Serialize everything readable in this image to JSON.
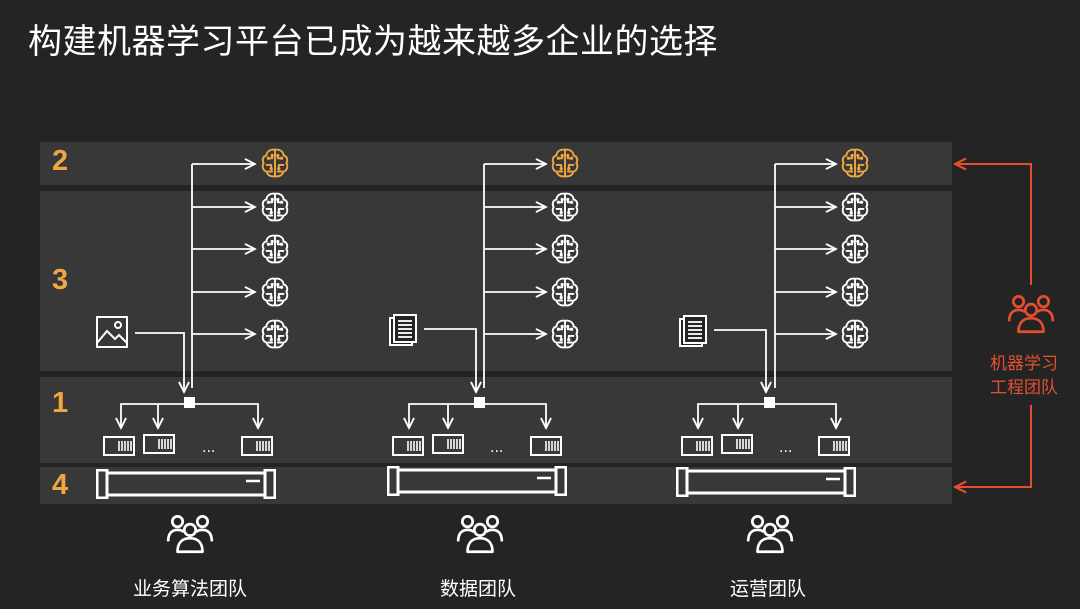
{
  "slide": {
    "title": "构建机器学习平台已成为越来越多企业的选择",
    "layers": [
      {
        "number": "2"
      },
      {
        "number": "3"
      },
      {
        "number": "1"
      },
      {
        "number": "4"
      }
    ],
    "columns": [
      {
        "team": "业务算法团队",
        "input_icon": "image-icon"
      },
      {
        "team": "数据团队",
        "input_icon": "document-icon"
      },
      {
        "team": "运营团队",
        "input_icon": "document-icon"
      }
    ],
    "ml_team": {
      "line1": "机器学习",
      "line2": "工程团队"
    },
    "ellipsis": "...",
    "colors": {
      "background": "#242424",
      "band": "#383838",
      "accent_orange": "#f0a742",
      "ml_team_red": "#e4502f",
      "line": "#ffffff"
    }
  }
}
